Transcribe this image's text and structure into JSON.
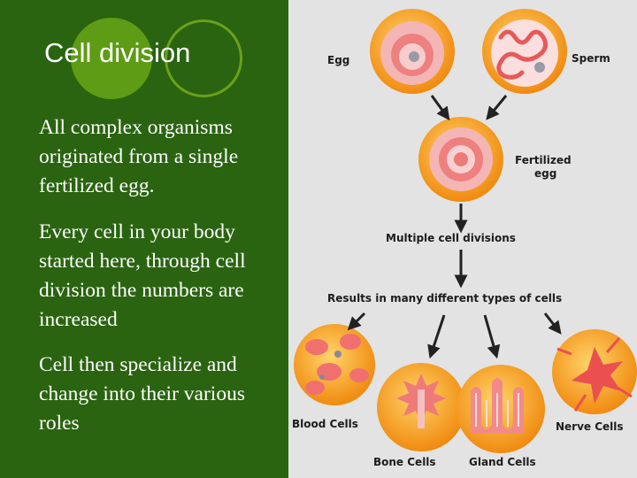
{
  "slide": {
    "title": "Cell division",
    "paragraphs": [
      "All complex organisms originated from a single fertilized egg.",
      "Every cell in your body started here, through cell division the numbers are increased",
      "Cell then specialize and change into their various roles"
    ]
  },
  "diagram": {
    "labels": {
      "egg": "Egg",
      "sperm": "Sperm",
      "fertilized_line1": "Fertilized",
      "fertilized_line2": "egg",
      "multiple": "Multiple cell divisions",
      "results": "Results in many different types of cells",
      "blood": "Blood Cells",
      "bone": "Bone Cells",
      "gland": "Gland Cells",
      "nerve": "Nerve Cells"
    }
  },
  "colors": {
    "background_green": "#2a6410",
    "accent_green": "#5d9c14",
    "diagram_background": "#e3e3e3",
    "cell_orange": "#f7a21a",
    "cell_pink": "#f28a8a"
  }
}
